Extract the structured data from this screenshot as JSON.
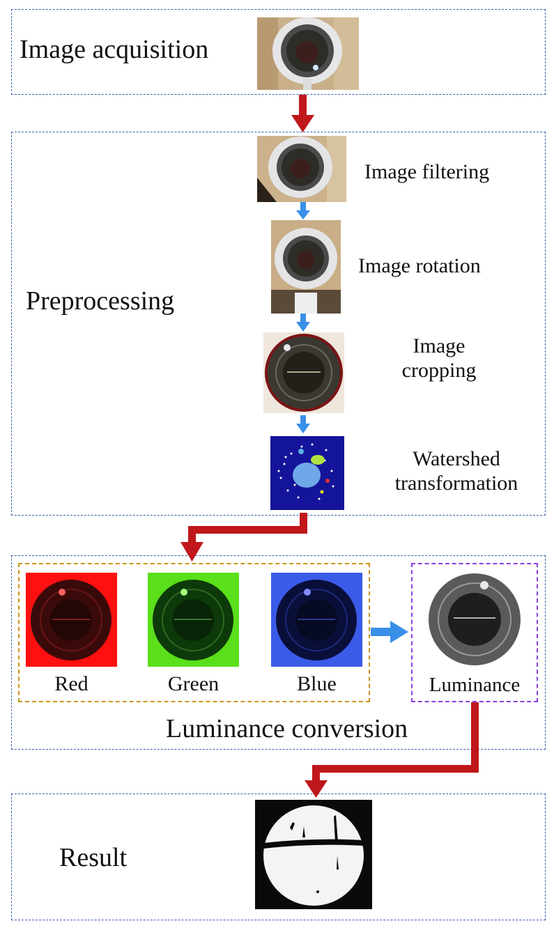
{
  "stages": {
    "acquisition": {
      "label": "Image acquisition"
    },
    "preprocessing": {
      "label": "Preprocessing",
      "steps": {
        "filtering": "Image filtering",
        "rotation": "Image rotation",
        "cropping_line1": "Image",
        "cropping_line2": "cropping",
        "watershed_line1": "Watershed",
        "watershed_line2": "transformation"
      }
    },
    "luminance": {
      "label": "Luminance conversion",
      "channels": {
        "red": "Red",
        "green": "Green",
        "blue": "Blue"
      },
      "output": "Luminance"
    },
    "result": {
      "label": "Result"
    }
  },
  "colors": {
    "main_flow_arrow": "#c0171b",
    "step_arrow": "#3a8fe8",
    "stage_border": "#3a5dae",
    "rgb_group_border": "#c8951a",
    "luminance_border": "#8a3fe0"
  }
}
